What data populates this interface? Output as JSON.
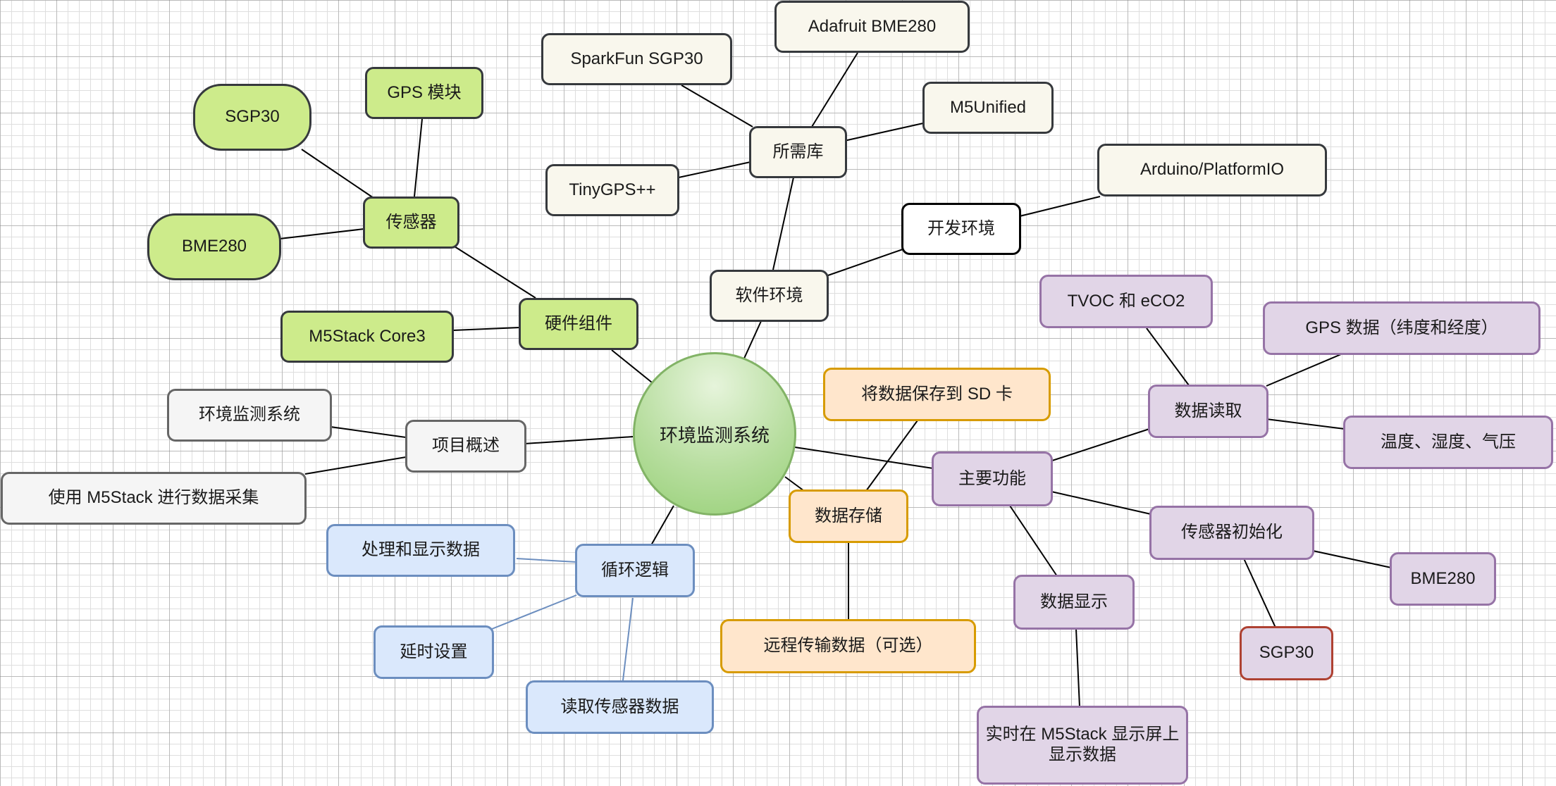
{
  "center": {
    "label": "环境监测系统"
  },
  "nodes": {
    "hardware": "硬件组件",
    "sensors": "传感器",
    "sgp30_hw": "SGP30",
    "gps_module": "GPS 模块",
    "bme280_hw": "BME280",
    "core3": "M5Stack Core3",
    "software": "软件环境",
    "libraries": "所需库",
    "lib_sparkfun": "SparkFun SGP30",
    "lib_adafruit": "Adafruit BME280",
    "lib_m5unified": "M5Unified",
    "lib_tinygps": "TinyGPS++",
    "devenv": "开发环境",
    "arduino": "Arduino/PlatformIO",
    "overview": "项目概述",
    "overview_title": "环境监测系统",
    "overview_desc": "使用 M5Stack 进行数据采集",
    "loop": "循环逻辑",
    "loop_process": "处理和显示数据",
    "loop_delay": "延时设置",
    "loop_read": "读取传感器数据",
    "storage": "数据存储",
    "storage_sd": "将数据保存到 SD 卡",
    "storage_remote": "远程传输数据（可选）",
    "features": "主要功能",
    "data_read": "数据读取",
    "tvoc": "TVOC 和 eCO2",
    "gps_data": "GPS 数据（纬度和经度）",
    "thp": "温度、湿度、气压",
    "sensor_init": "传感器初始化",
    "init_bme280": "BME280",
    "init_sgp30": "SGP30",
    "display": "数据显示",
    "display_realtime": "实时在 M5Stack 显示屏上显示数据"
  },
  "colors": {
    "green_fill": "#cdeb8b",
    "beige_fill": "#f9f7ed",
    "gray_fill": "#f5f5f5",
    "blue_fill": "#dae8fc",
    "orange_fill": "#ffe6cc",
    "purple_fill": "#e1d5e7",
    "central_border": "#82b366",
    "edge_default": "#000000",
    "edge_blue": "#6c8ebf"
  }
}
